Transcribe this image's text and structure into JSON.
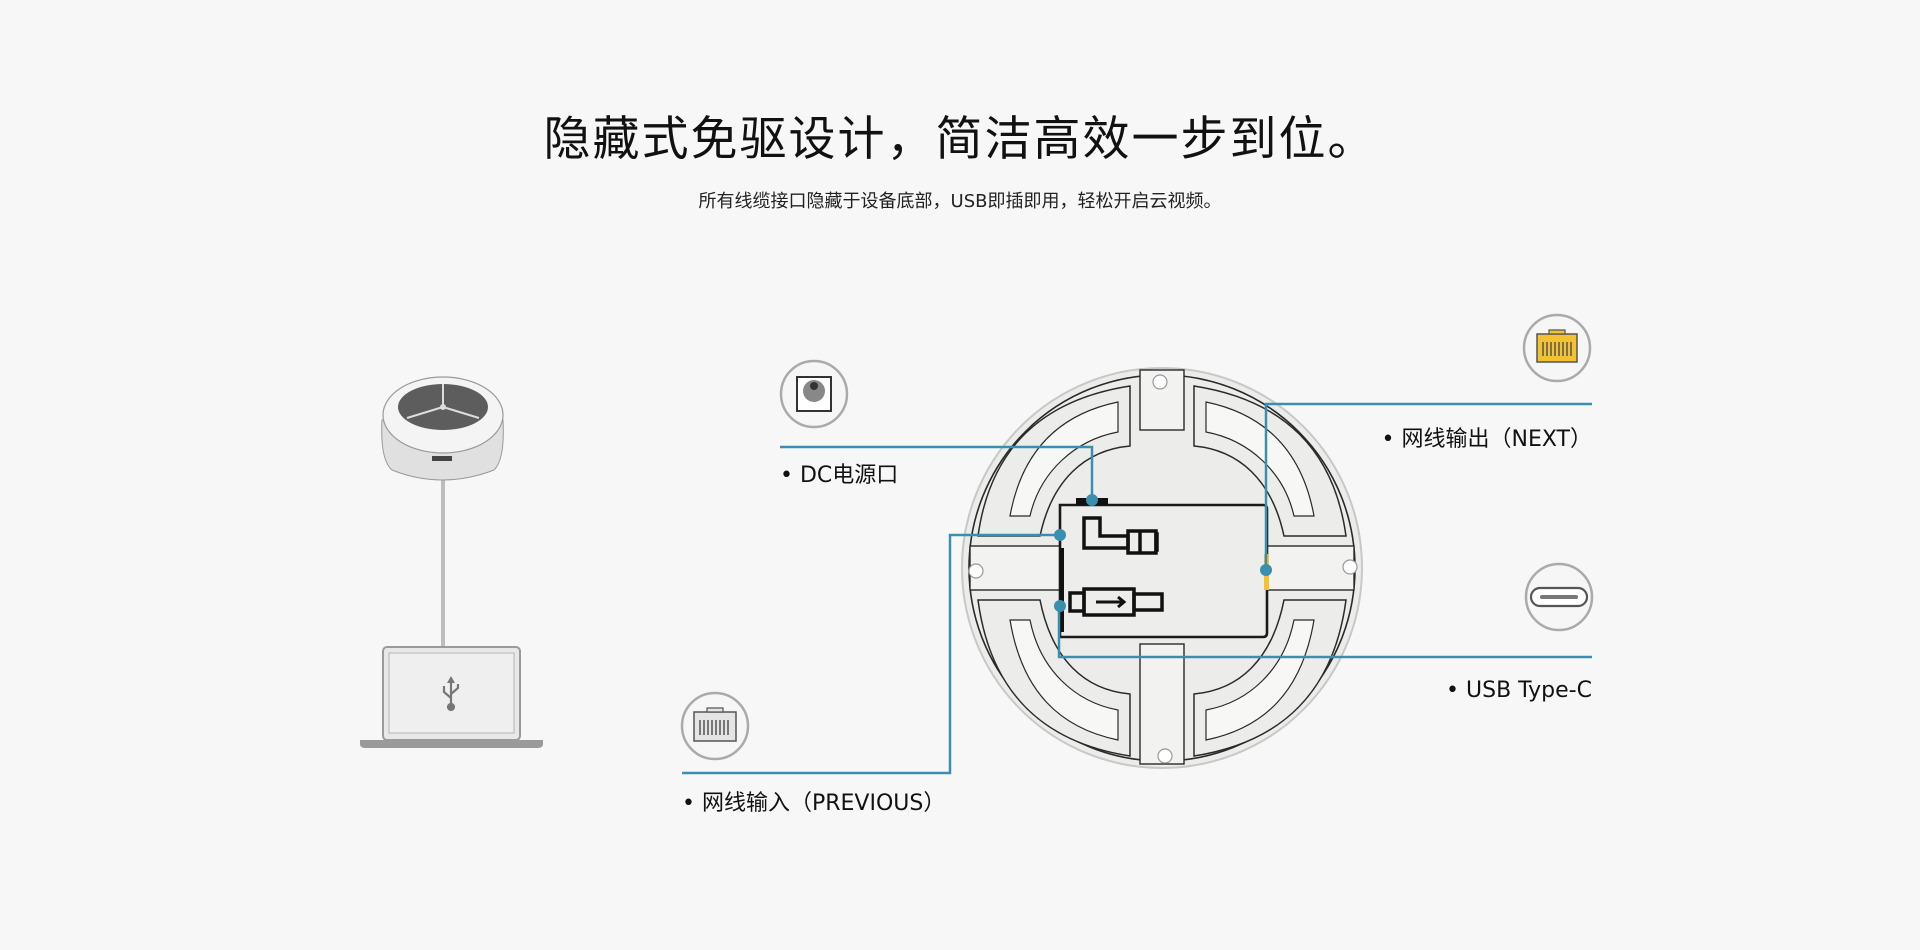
{
  "header": {
    "title": "隐藏式免驱设计，简洁高效一步到位。",
    "subtitle": "所有线缆接口隐藏于设备底部，USB即插即用，轻松开启云视频。"
  },
  "ports": {
    "dc": {
      "label": "• DC电源口",
      "icon": "dc-jack-icon"
    },
    "net_out": {
      "label": "• 网线输出（NEXT）",
      "icon": "rj45-yellow-icon"
    },
    "usb": {
      "label": "• USB Type-C",
      "icon": "usb-c-icon"
    },
    "net_in": {
      "label": "• 网线输入（PREVIOUS）",
      "icon": "rj45-grey-icon"
    }
  },
  "colors": {
    "line": "#3a8fb0",
    "accent_yellow": "#f2c230",
    "outline": "#1a1a1a",
    "device_fill": "#ececea"
  }
}
